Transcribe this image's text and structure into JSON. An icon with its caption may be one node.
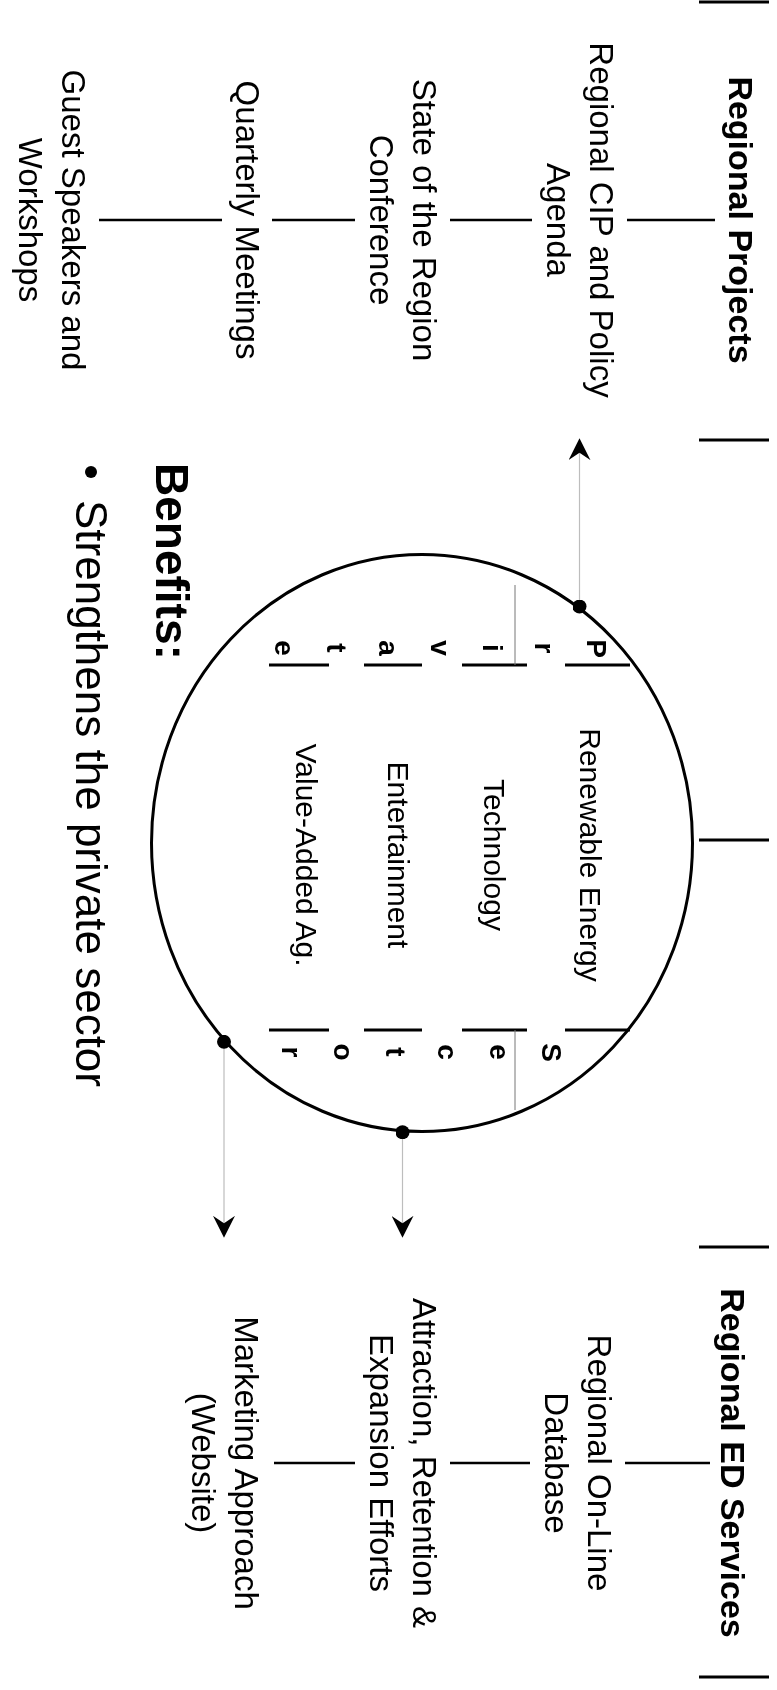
{
  "diagram": {
    "nodes": [
      {
        "text": [
          "Regional Projects"
        ]
      },
      {
        "text": [
          "Regional CIP and Policy Agenda"
        ]
      },
      {
        "text": [
          "State of the Region Conference"
        ]
      },
      {
        "text": [
          "Quarterly Meetings"
        ]
      },
      {
        "text": [
          "Guest Speakers and Workshops"
        ]
      },
      {
        "text": [],
        "shape": "circle"
      },
      {
        "text": [
          "Private"
        ],
        "in": 5
      },
      {
        "text": [
          "Renewable Energy"
        ],
        "in": 5
      },
      {
        "text": [
          "Technology"
        ],
        "in": 5
      },
      {
        "text": [
          "Entertainment"
        ],
        "in": 5
      },
      {
        "text": [
          "Value-Added Ag."
        ],
        "in": 5
      },
      {
        "text": [
          "Sector"
        ],
        "in": 5
      },
      {
        "text": [
          "Regional ED Services"
        ]
      },
      {
        "text": [
          "Regional On-Line Database"
        ]
      },
      {
        "text": [
          "Attraction, Retention & Expansion Efforts"
        ]
      },
      {
        "text": [
          "Marketing Approach (Website)"
        ]
      }
    ],
    "edges": [
      {
        "from": 0,
        "to": 1,
        "arrow": "none"
      },
      {
        "from": 1,
        "to": 2,
        "arrow": "none"
      },
      {
        "from": 2,
        "to": 3,
        "arrow": "none"
      },
      {
        "from": 3,
        "to": 4,
        "arrow": "none"
      },
      {
        "from": 5,
        "to": 1,
        "arrow": "to",
        "color": "#bdbdbd"
      },
      {
        "from": 12,
        "to": 13,
        "arrow": "none"
      },
      {
        "from": 13,
        "to": 14,
        "arrow": "none"
      },
      {
        "from": 14,
        "to": 15,
        "arrow": "none"
      },
      {
        "from": 5,
        "to": 14,
        "arrow": "to",
        "color": "#bdbdbd"
      },
      {
        "from": 5,
        "to": 15,
        "arrow": "to",
        "color": "#bdbdbd"
      }
    ],
    "labels": [
      "Benefits:",
      "Strengthens the private sector"
    ]
  }
}
